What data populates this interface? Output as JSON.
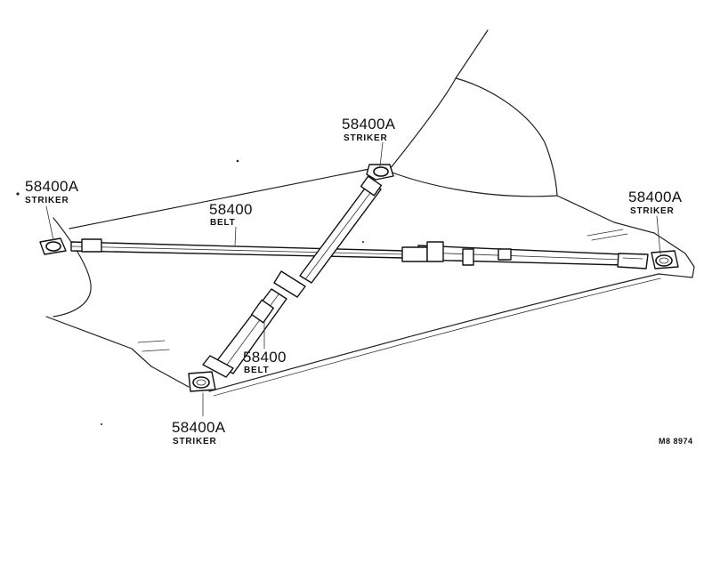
{
  "callouts": [
    {
      "part_number": "58400A",
      "name": "STRIKER"
    },
    {
      "part_number": "58400A",
      "name": "STRIKER"
    },
    {
      "part_number": "58400A",
      "name": "STRIKER"
    },
    {
      "part_number": "58400A",
      "name": "STRIKER"
    },
    {
      "part_number": "58400",
      "name": "BELT"
    },
    {
      "part_number": "58400",
      "name": "BELT"
    }
  ],
  "figure_code": "M8 8974"
}
